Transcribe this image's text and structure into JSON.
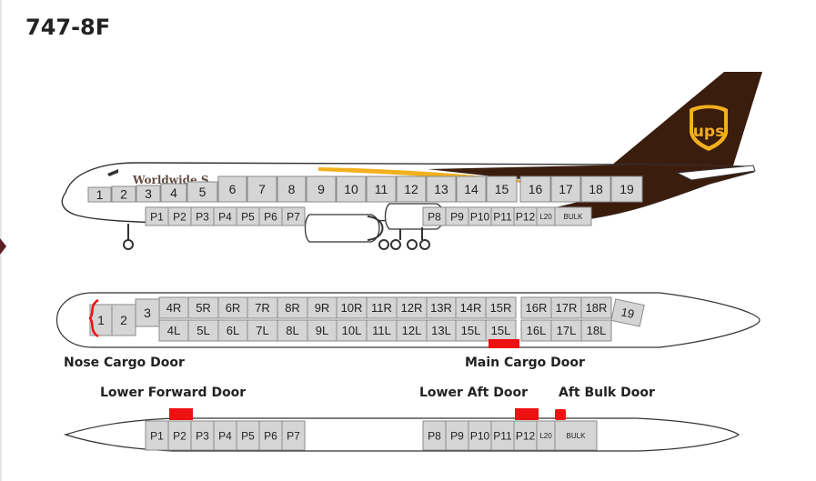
{
  "title": "747-8F",
  "colors": {
    "ups_brown": "#3b1d0e",
    "ups_gold": "#f2b01e",
    "door_red": "#ee1111",
    "position_fill": "#d5d5d5",
    "position_border": "#8a8a8a",
    "outline": "#333333"
  },
  "icons": [
    "ups-shield-logo",
    "left-arrow-icon"
  ],
  "side_view": {
    "livery_text": "Worldwide S",
    "main_deck": [
      "1",
      "2",
      "3",
      "4",
      "5",
      "6",
      "7",
      "8",
      "9",
      "10",
      "11",
      "12",
      "13",
      "14",
      "15",
      "16",
      "17",
      "18",
      "19"
    ],
    "lower_deck": [
      "P1",
      "P2",
      "P3",
      "P4",
      "P5",
      "P6",
      "P7",
      "P8",
      "P9",
      "P10",
      "P11",
      "P12",
      "L20",
      "BULK"
    ]
  },
  "main_deck_plan": {
    "nose": [
      "1",
      "2",
      "3"
    ],
    "right_row": [
      "4R",
      "5R",
      "6R",
      "7R",
      "8R",
      "9R",
      "10R",
      "11R",
      "12R",
      "13R",
      "14R",
      "15R",
      "16R",
      "17R",
      "18R"
    ],
    "left_row": [
      "4L",
      "5L",
      "6L",
      "7L",
      "8L",
      "9L",
      "10L",
      "11L",
      "12L",
      "13L",
      "15L",
      "15L",
      "16L",
      "17L",
      "18L"
    ],
    "tail": "19"
  },
  "lower_deck_plan": {
    "forward": [
      "P1",
      "P2",
      "P3",
      "P4",
      "P5",
      "P6",
      "P7"
    ],
    "aft": [
      "P8",
      "P9",
      "P10",
      "P11",
      "P12",
      "L20",
      "BULK"
    ]
  },
  "doors": {
    "nose_cargo": "Nose Cargo Door",
    "main_cargo": "Main Cargo Door",
    "lower_forward": "Lower Forward Door",
    "lower_aft": "Lower Aft Door",
    "aft_bulk": "Aft Bulk Door"
  }
}
